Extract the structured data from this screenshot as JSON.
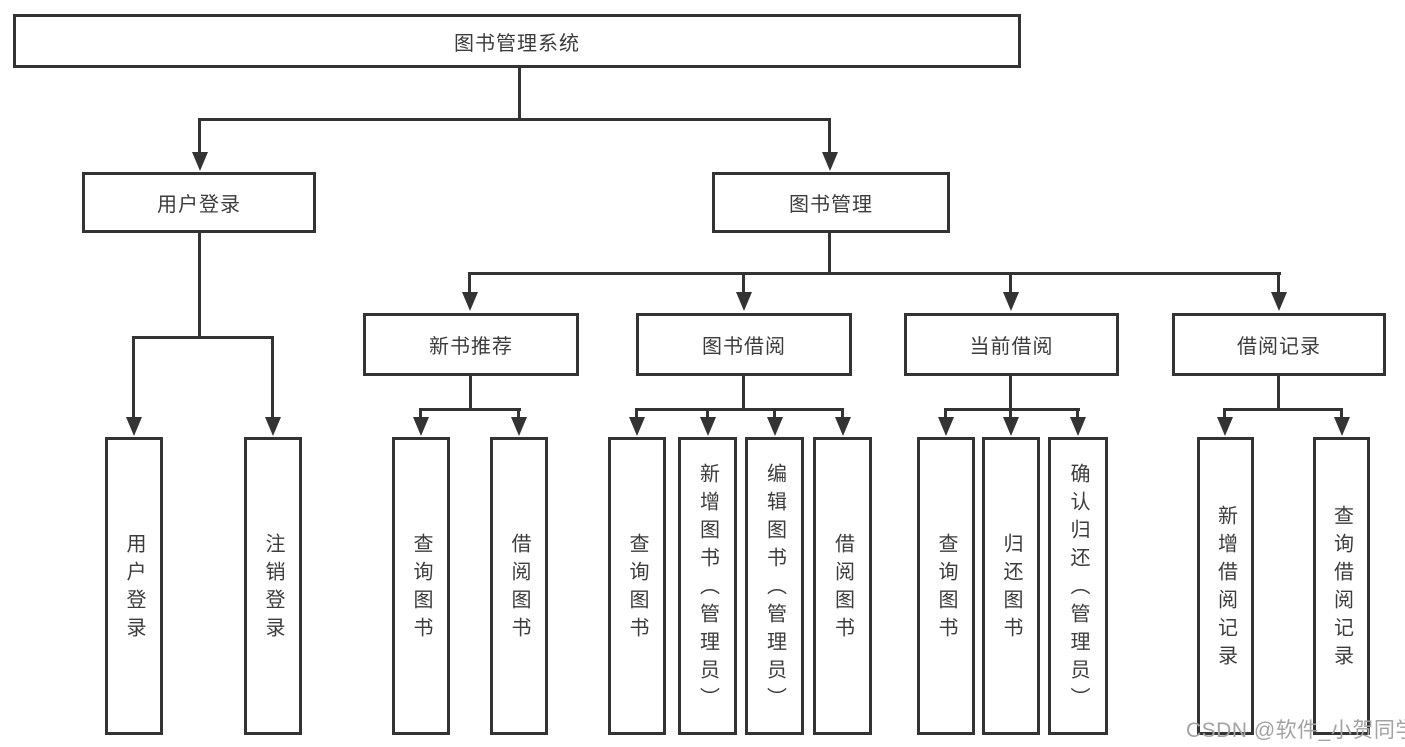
{
  "tree": {
    "root": {
      "label": "图书管理系统"
    },
    "branches": [
      {
        "label": "用户登录",
        "children": [
          {
            "label": "用户登录"
          },
          {
            "label": "注销登录"
          }
        ]
      },
      {
        "label": "图书管理",
        "groups": [
          {
            "label": "新书推荐",
            "children": [
              {
                "label": "查询图书"
              },
              {
                "label": "借阅图书"
              }
            ]
          },
          {
            "label": "图书借阅",
            "children": [
              {
                "label": "查询图书"
              },
              {
                "label": "新增图书（管理员）"
              },
              {
                "label": "编辑图书（管理员）"
              },
              {
                "label": "借阅图书"
              }
            ]
          },
          {
            "label": "当前借阅",
            "children": [
              {
                "label": "查询图书"
              },
              {
                "label": "归还图书"
              },
              {
                "label": "确认归还（管理员）"
              }
            ]
          },
          {
            "label": "借阅记录",
            "children": [
              {
                "label": "新增借阅记录"
              },
              {
                "label": "查询借阅记录"
              }
            ]
          }
        ]
      }
    ]
  },
  "watermark": "CSDN @软件_小贺同学",
  "colors": {
    "line": "#333333",
    "text": "#3c3c3c",
    "background": "#ffffff",
    "watermark": "#a3a3a3"
  }
}
